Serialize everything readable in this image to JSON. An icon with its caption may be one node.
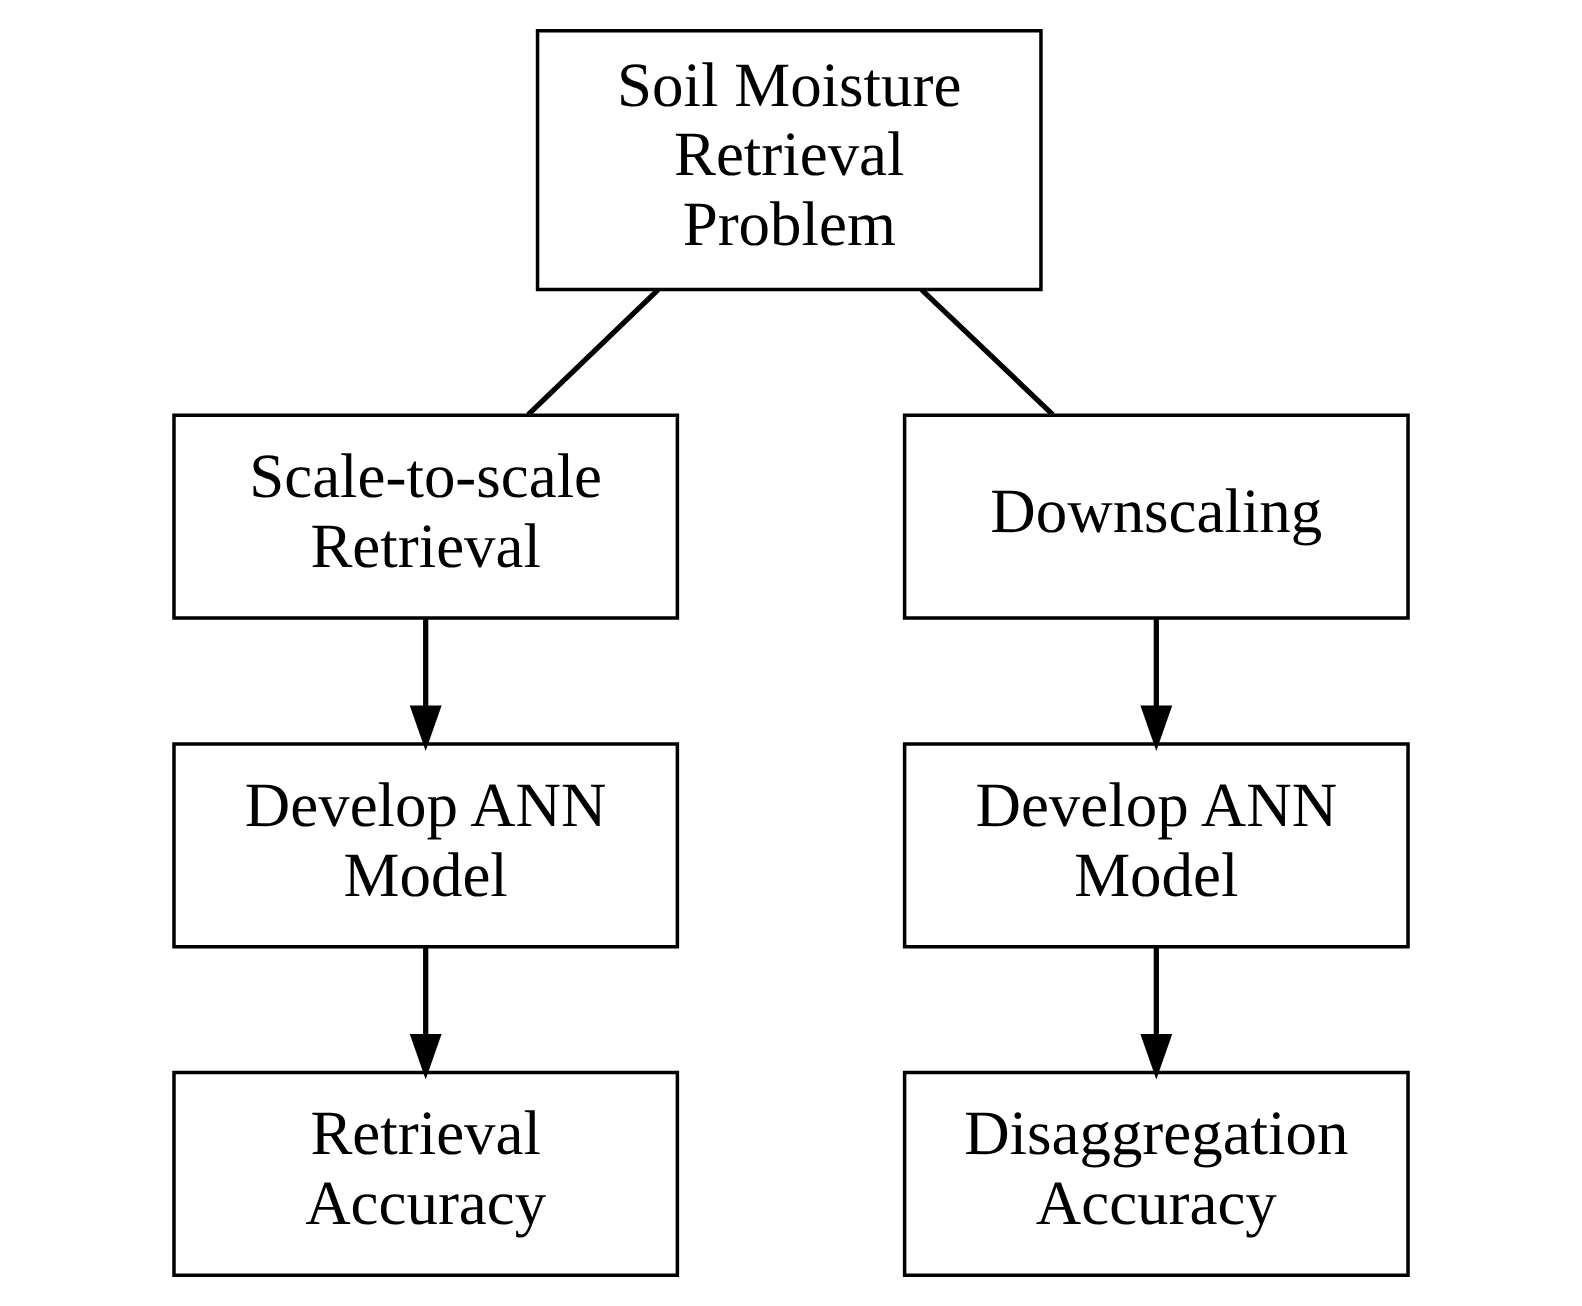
{
  "diagram": {
    "nodes": [
      {
        "text": [
          "Soil Moisture Retrieval Problem"
        ]
      },
      {
        "text": [
          "Scale-to-scale Retrieval"
        ]
      },
      {
        "text": [
          "Downscaling"
        ]
      },
      {
        "text": [
          "Develop ANN Model"
        ]
      },
      {
        "text": [
          "Develop ANN Model"
        ]
      },
      {
        "text": [
          "Retrieval Accuracy"
        ]
      },
      {
        "text": [
          "Disaggregation Accuracy"
        ]
      }
    ],
    "edges": [
      {
        "from": 0,
        "to": 1,
        "arrow": "none"
      },
      {
        "from": 0,
        "to": 2,
        "arrow": "none"
      },
      {
        "from": 1,
        "to": 3,
        "arrow": "to"
      },
      {
        "from": 2,
        "to": 4,
        "arrow": "to"
      },
      {
        "from": 3,
        "to": 5,
        "arrow": "to"
      },
      {
        "from": 4,
        "to": 6,
        "arrow": "to"
      }
    ]
  }
}
